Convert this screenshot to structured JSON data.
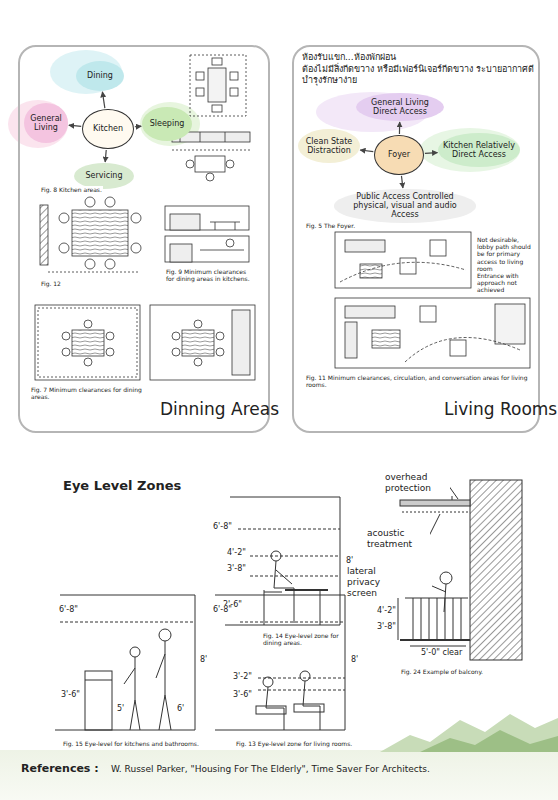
{
  "diagram": {
    "nodes": [
      {
        "text": [
          "Dinning Areas"
        ]
      },
      {
        "text": [
          "Kitchen"
        ],
        "in": 0
      },
      {
        "text": [
          "Dining"
        ],
        "in": 0
      },
      {
        "text": [
          "General Living"
        ],
        "in": 0
      },
      {
        "text": [
          "Sleeping"
        ],
        "in": 0
      },
      {
        "text": [
          "Servicing"
        ],
        "in": 0
      },
      {
        "text": [
          "ห้องรับแขก...ห้องพักผ่อน",
          "ต้องไม่มีสิ่งกีดขวาง หรือมีเฟอร์นิเจอร์กีดขวาง ระบายอากาศดี บำรุงรักษาง่าย",
          "Living Rooms"
        ]
      },
      {
        "text": [
          "Foyer"
        ],
        "in": 6
      },
      {
        "text": [
          "General Living Direct Access"
        ],
        "in": 6
      },
      {
        "text": [
          "Clean State Distraction"
        ],
        "in": 6
      },
      {
        "text": [
          "Kitchen Relatively Direct Access"
        ],
        "in": 6
      },
      {
        "text": [
          "Public Access Controlled physical, visual and audio Access"
        ],
        "in": 6
      }
    ],
    "edges": [
      {
        "from": 1,
        "to": 2,
        "arrow": "to"
      },
      {
        "from": 1,
        "to": 3,
        "arrow": "to"
      },
      {
        "from": 1,
        "to": 4,
        "arrow": "to"
      },
      {
        "from": 1,
        "to": 5,
        "arrow": "to"
      },
      {
        "from": 7,
        "to": 8,
        "arrow": "to"
      },
      {
        "from": 7,
        "to": 9,
        "arrow": "to"
      },
      {
        "from": 7,
        "to": 10,
        "arrow": "to"
      },
      {
        "from": 7,
        "to": 11,
        "arrow": "to"
      }
    ],
    "labels": [
      "Fig. 8 Kitchen areas.",
      "Fig. 12",
      "Fig. 9 Minimum clearances for dining areas in kitchens.",
      "Fig. 7 Minimum clearances for dining areas.",
      "Fig. 5 The Foyer.",
      "Not desirable, lobby path should be for primary access to living room",
      "Entrance with approach not achieved",
      "Fig. 11 Minimum clearances, circulation, and conversation areas for living rooms.",
      "Eye Level Zones",
      "6'-8\"",
      "4'-2\"",
      "3'-8\"",
      "2'-6\"",
      "8'",
      "Fig. 14 Eye-level zone for dining areas.",
      "6'-8\"",
      "3'-6\"",
      "5'",
      "6'",
      "8'",
      "Fig. 15 Eye-level for kitchens and bathrooms.",
      "6'-8\"",
      "3'-2\"",
      "3'-6\"",
      "8'",
      "Fig. 13 Eye-level zone for living rooms.",
      "overhead protection",
      "acoustic treatment",
      "lateral privacy screen",
      "4'-2\"",
      "3'-8\"",
      "5'-0\" clear",
      "Fig. 24 Example of balcony.",
      "References :",
      "W. Russel Parker, \"Housing For The Elderly\", Time Saver For Architects."
    ]
  }
}
